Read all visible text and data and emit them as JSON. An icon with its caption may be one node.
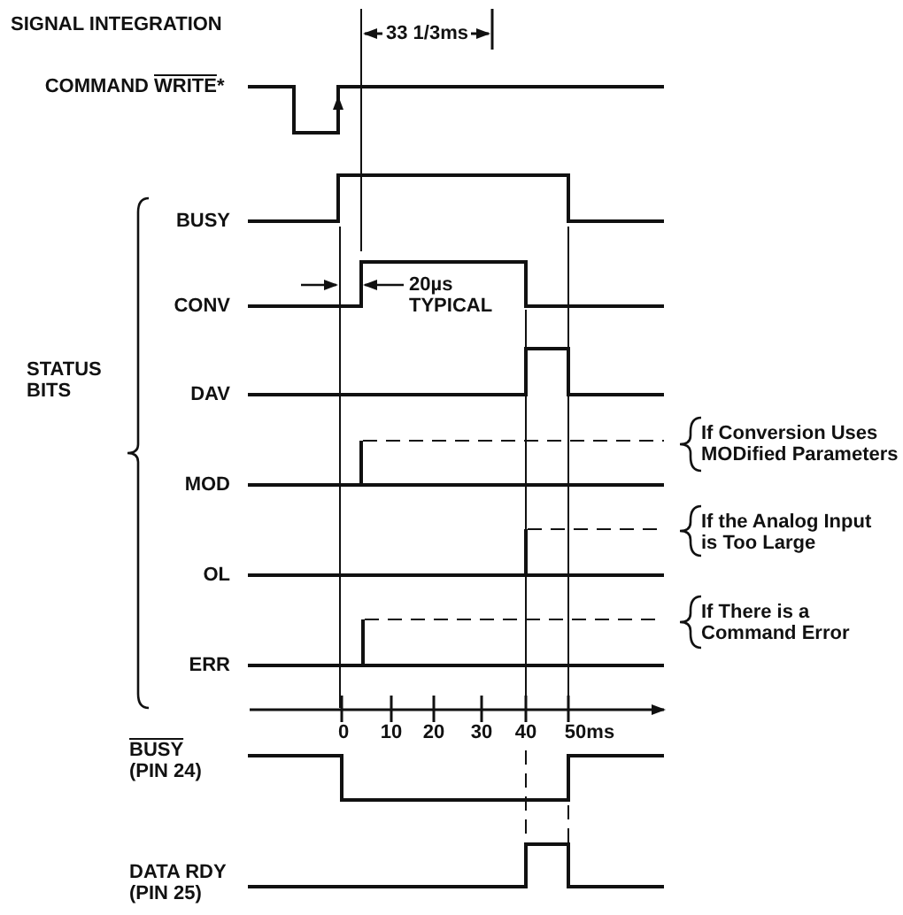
{
  "diagram": {
    "title": "SIGNAL INTEGRATION",
    "labels": [
      "33 1/3ms",
      "COMMAND",
      "WRITE*",
      "BUSY",
      "CONV",
      "20µs TYPICAL",
      "DAV",
      "STATUS BITS",
      "If Conversion Uses MODified Parameters",
      "MOD",
      "If the Analog Input is Too Large",
      "OL",
      "If There is a Command Error",
      "ERR",
      "0",
      "10",
      "20",
      "30",
      "40",
      "50ms",
      "BUSY",
      "(PIN 24)",
      "DATA RDY",
      "(PIN 25)"
    ]
  }
}
